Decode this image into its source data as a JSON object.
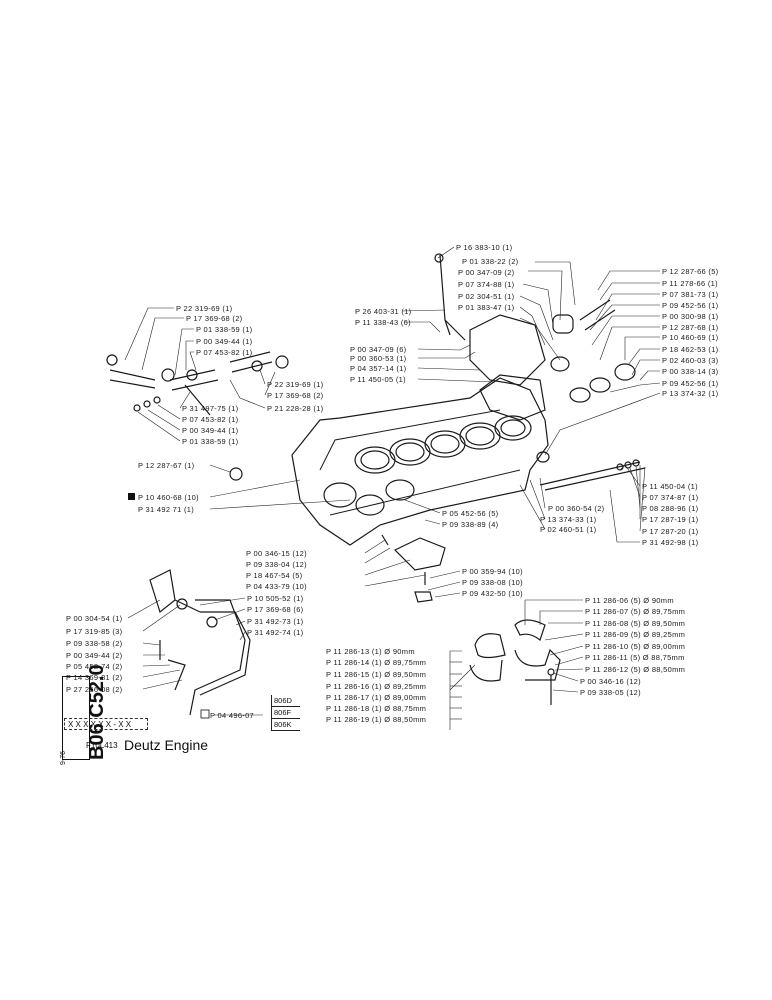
{
  "page": {
    "side_code": "B06 C52.0",
    "side_small": "9-76",
    "engine_code": "F10L413",
    "title": "Deutz Engine",
    "doc_ref": "X X X  X X X - X X",
    "kit_part": "P 04 496-07",
    "models": [
      "806D",
      "806F",
      "806K"
    ]
  },
  "parts": [
    {
      "id": "p1",
      "text": "P 16 383-10 (1)"
    },
    {
      "id": "p2",
      "text": "P 01 338-22 (2)"
    },
    {
      "id": "p3",
      "text": "P 00 347-09 (2)"
    },
    {
      "id": "p4",
      "text": "P 07 374-88 (1)"
    },
    {
      "id": "p5",
      "text": "P 02 304-51 (1)"
    },
    {
      "id": "p6",
      "text": "P 01 383-47 (1)"
    },
    {
      "id": "p7",
      "text": "P 26 403-31 (1)"
    },
    {
      "id": "p8",
      "text": "P 11 338-43 (6)"
    },
    {
      "id": "p9",
      "text": "P 00 347-09 (6)"
    },
    {
      "id": "p10",
      "text": "P 00 360-53 (1)"
    },
    {
      "id": "p11",
      "text": "P 04 357-14 (1)"
    },
    {
      "id": "p12",
      "text": "P 11 450-05 (1)"
    },
    {
      "id": "p13",
      "text": "P 12 287-66 (5)"
    },
    {
      "id": "p14",
      "text": "P 11 278-66 (1)"
    },
    {
      "id": "p15",
      "text": "P 07 381-73 (1)"
    },
    {
      "id": "p16",
      "text": "P 09 452-56 (1)"
    },
    {
      "id": "p17",
      "text": "P 00 300-98 (1)"
    },
    {
      "id": "p18",
      "text": "P 12 287-68 (1)"
    },
    {
      "id": "p19",
      "text": "P 10 460-69 (1)"
    },
    {
      "id": "p20",
      "text": "P 18 462-53 (1)"
    },
    {
      "id": "p21",
      "text": "P 02 460-03 (3)"
    },
    {
      "id": "p22",
      "text": "P 00 338-14 (3)"
    },
    {
      "id": "p23",
      "text": "P 09 452-56 (1)"
    },
    {
      "id": "p24",
      "text": "P 13 374-32 (1)"
    },
    {
      "id": "p25",
      "text": "P 22 319-69 (1)"
    },
    {
      "id": "p26",
      "text": "P 17 369-68 (2)"
    },
    {
      "id": "p27",
      "text": "P 01 338-59 (1)"
    },
    {
      "id": "p28",
      "text": "P 00 349-44 (1)"
    },
    {
      "id": "p29",
      "text": "P 07 453-82 (1)"
    },
    {
      "id": "p30",
      "text": "P 22 319-69 (1)"
    },
    {
      "id": "p31",
      "text": "P 17 369-68 (2)"
    },
    {
      "id": "p32",
      "text": "P 31 497-75 (1)"
    },
    {
      "id": "p33",
      "text": "P 21 228-28 (1)"
    },
    {
      "id": "p34",
      "text": "P 07 453-82 (1)"
    },
    {
      "id": "p35",
      "text": "P 00 349-44 (1)"
    },
    {
      "id": "p36",
      "text": "P 01 338-59 (1)"
    },
    {
      "id": "p37",
      "text": "P 12 287-67 (1)"
    },
    {
      "id": "p38",
      "text": "P 10 460-68 (10)"
    },
    {
      "id": "p39",
      "text": "P 31 492 71 (1)"
    },
    {
      "id": "p40",
      "text": "P 11 450-04 (1)"
    },
    {
      "id": "p41",
      "text": "P 07 374-87 (1)"
    },
    {
      "id": "p42",
      "text": "P 08 288-96 (1)"
    },
    {
      "id": "p43",
      "text": "P 17 287-19 (1)"
    },
    {
      "id": "p44",
      "text": "P 17 287-20 (1)"
    },
    {
      "id": "p45",
      "text": "P 31 492-98 (1)"
    },
    {
      "id": "p46",
      "text": "P 00 360-54 (2)"
    },
    {
      "id": "p47",
      "text": "P 13 374-33 (1)"
    },
    {
      "id": "p48",
      "text": "P 02 460-51 (1)"
    },
    {
      "id": "p49",
      "text": "P 05 452-56 (5)"
    },
    {
      "id": "p50",
      "text": "P 09 338-89 (4)"
    },
    {
      "id": "p51",
      "text": "P 00 346-15 (12)"
    },
    {
      "id": "p52",
      "text": "P 09 338-04 (12)"
    },
    {
      "id": "p53",
      "text": "P 18 467-54 (5)"
    },
    {
      "id": "p54",
      "text": "P 04 433-79 (10)"
    },
    {
      "id": "p55",
      "text": "P 00 359-94 (10)"
    },
    {
      "id": "p56",
      "text": "P 09 338-08 (10)"
    },
    {
      "id": "p57",
      "text": "P 09 432-50 (10)"
    },
    {
      "id": "p58",
      "text": "P 00 304-54 (1)"
    },
    {
      "id": "p59",
      "text": "P 17 319-85 (3)"
    },
    {
      "id": "p60",
      "text": "P 09 338-58 (2)"
    },
    {
      "id": "p61",
      "text": "P 00 349-44 (2)"
    },
    {
      "id": "p62",
      "text": "P 05 452-74 (2)"
    },
    {
      "id": "p63",
      "text": "P 14 369-81 (2)"
    },
    {
      "id": "p64",
      "text": "P 27 256-08 (2)"
    },
    {
      "id": "p65",
      "text": "P 10 505-52 (1)"
    },
    {
      "id": "p66",
      "text": "P 17 369-68 (6)"
    },
    {
      "id": "p67",
      "text": "P 31 492-73 (1)"
    },
    {
      "id": "p68",
      "text": "P 31 492-74 (1)"
    },
    {
      "id": "p69",
      "text": "P 11 286-06 (5) Ø 90mm"
    },
    {
      "id": "p70",
      "text": "P 11 286-07 (5) Ø 89,75mm"
    },
    {
      "id": "p71",
      "text": "P 11 286-08 (5) Ø 89,50mm"
    },
    {
      "id": "p72",
      "text": "P 11 286-09 (5) Ø 89,25mm"
    },
    {
      "id": "p73",
      "text": "P 11 286-10 (5) Ø 89,00mm"
    },
    {
      "id": "p74",
      "text": "P 11 286-11 (5) Ø 88,75mm"
    },
    {
      "id": "p75",
      "text": "P 11 286-12 (5) Ø 88,50mm"
    },
    {
      "id": "p76",
      "text": "P 00 346-16 (12)"
    },
    {
      "id": "p77",
      "text": "P 09 338-05 (12)"
    },
    {
      "id": "p78",
      "text": "P 11 286-13 (1) Ø 90mm"
    },
    {
      "id": "p79",
      "text": "P 11 286-14 (1) Ø 89,75mm"
    },
    {
      "id": "p80",
      "text": "P 11 286-15 (1) Ø 89,50mm"
    },
    {
      "id": "p81",
      "text": "P 11 286-16 (1) Ø 89,25mm"
    },
    {
      "id": "p82",
      "text": "P 11 286-17 (1) Ø 89,00mm"
    },
    {
      "id": "p83",
      "text": "P 11 286-18 (1) Ø 88,75mm"
    },
    {
      "id": "p84",
      "text": "P 11 286-19 (1) Ø 88,50mm"
    }
  ]
}
